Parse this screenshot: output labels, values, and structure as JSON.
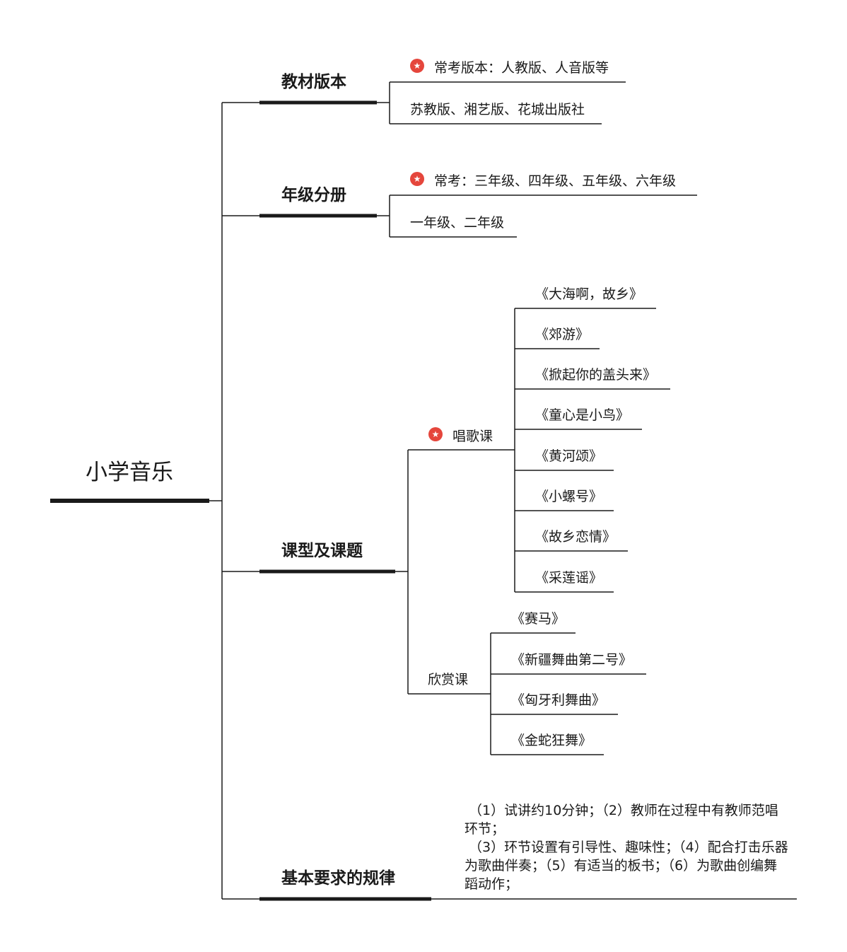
{
  "root": {
    "label": "小学音乐"
  },
  "branches": {
    "textbook": {
      "label": "教材版本",
      "items": [
        "常考版本：人教版、人音版等",
        "苏教版、湘艺版、花城出版社"
      ]
    },
    "grade": {
      "label": "年级分册",
      "items": [
        "常考：三年级、四年级、五年级、六年级",
        "一年级、二年级"
      ]
    },
    "lesson": {
      "label": "课型及课题",
      "singing": {
        "label": "唱歌课",
        "songs": [
          "《大海啊，故乡》",
          "《郊游》",
          "《掀起你的盖头来》",
          "《童心是小鸟》",
          "《黄河颂》",
          "《小螺号》",
          "《故乡恋情》",
          "《采莲谣》"
        ]
      },
      "appreciation": {
        "label": "欣赏课",
        "songs": [
          "《赛马》",
          "《新疆舞曲第二号》",
          "《匈牙利舞曲》",
          "《金蛇狂舞》"
        ]
      }
    },
    "requirements": {
      "label": "基本要求的规律",
      "text": " （1）试讲约10分钟；（2）教师在过程中有教师范唱环节；\n （3）环节设置有引导性、趣味性；（4）配合打击乐器为歌曲伴奏；（5）有适当的板书；（6）为歌曲创编舞蹈动作；"
    }
  },
  "colors": {
    "line": "#1a1a1a",
    "star": "#e5463c"
  },
  "icons": {
    "marker": "star-icon"
  }
}
